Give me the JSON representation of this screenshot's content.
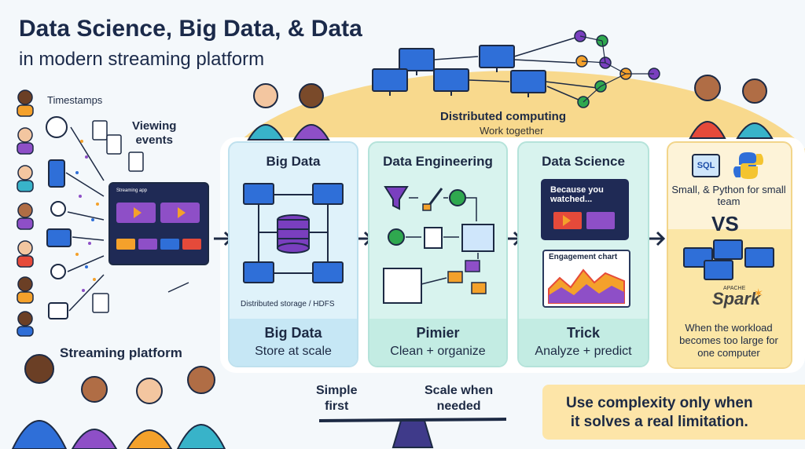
{
  "header": {
    "title": "Data Science, Big Data, & Data",
    "subtitle": "in modern streaming platform"
  },
  "left": {
    "timestamps_label": "Timestamps",
    "viewing_events_line1": "Viewing",
    "viewing_events_line2": "events",
    "streaming_platform_label": "Streaming platform",
    "mini_screen_text": "Streaming app"
  },
  "top": {
    "distributed_label": "Distributed computing",
    "distributed_sub": "Work together"
  },
  "panels": [
    {
      "head": "Big Data",
      "storage_label": "Distributed storage / HDFS",
      "foot_title": "Big Data",
      "foot_sub": "Store at scale"
    },
    {
      "head": "Data Engineering",
      "foot_title": "Pimier",
      "foot_sub": "Clean + organize"
    },
    {
      "head": "Data Science",
      "rec_text": "Because you watched...",
      "chart_label": "Engagement chart",
      "foot_title": "Trick",
      "foot_sub": "Analyze + predict"
    }
  ],
  "compare": {
    "sql_label": "SQL",
    "top_text": "Small, & Python for small team",
    "vs": "VS",
    "spark_small": "APACHE",
    "spark": "Spark",
    "bottom_text": "When the workload becomes too large for one computer"
  },
  "balance": {
    "left_line1": "Simple",
    "left_line2": "first",
    "right_line1": "Scale when",
    "right_line2": "needed"
  },
  "banner": {
    "line1": "Use complexity only when",
    "line2": "it solves a real limitation."
  },
  "colors": {
    "accent_blue": "#1f6fd6",
    "dark_navy": "#1d2a44",
    "orange": "#f4a12b",
    "purple": "#7a3fbf",
    "green": "#2fa84f"
  }
}
